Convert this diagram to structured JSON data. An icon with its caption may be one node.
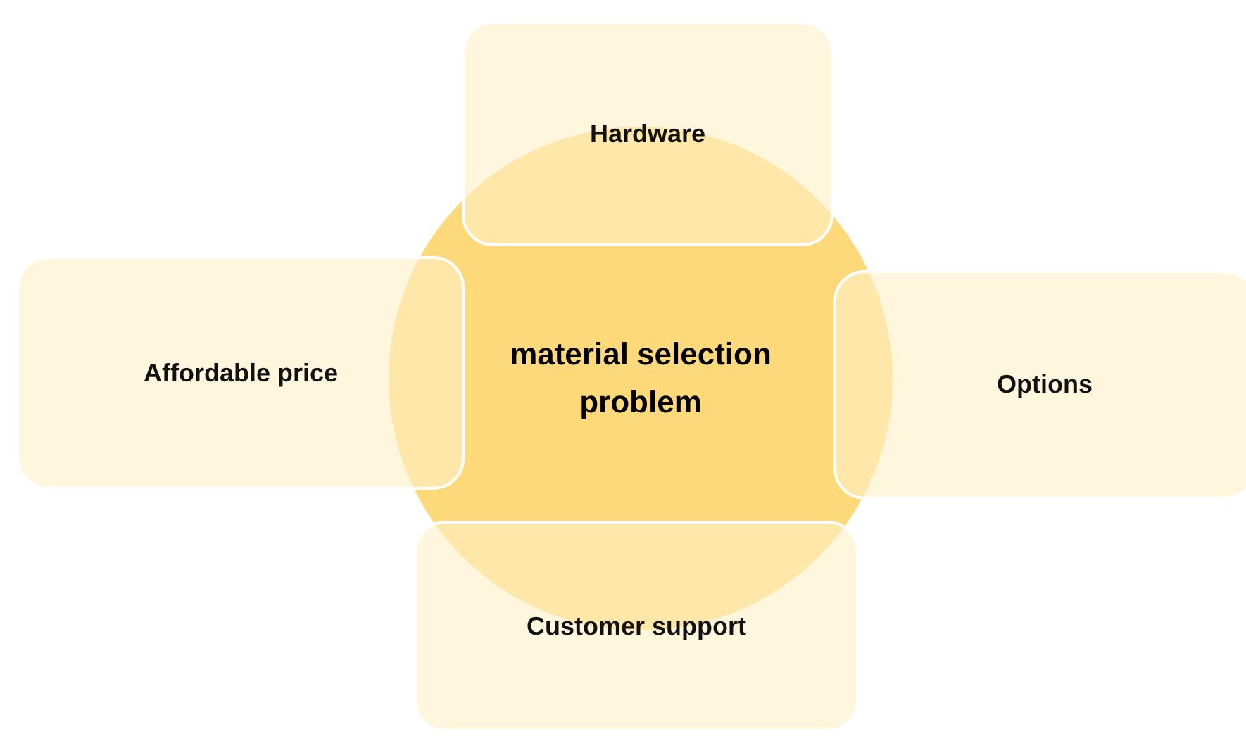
{
  "diagram": {
    "nodes": [
      {
        "text": [
          "material selection problem"
        ]
      },
      {
        "text": [
          "Hardware"
        ]
      },
      {
        "text": [
          "Affordable price"
        ]
      },
      {
        "text": [
          "Options"
        ]
      },
      {
        "text": [
          "Customer support"
        ]
      }
    ]
  }
}
